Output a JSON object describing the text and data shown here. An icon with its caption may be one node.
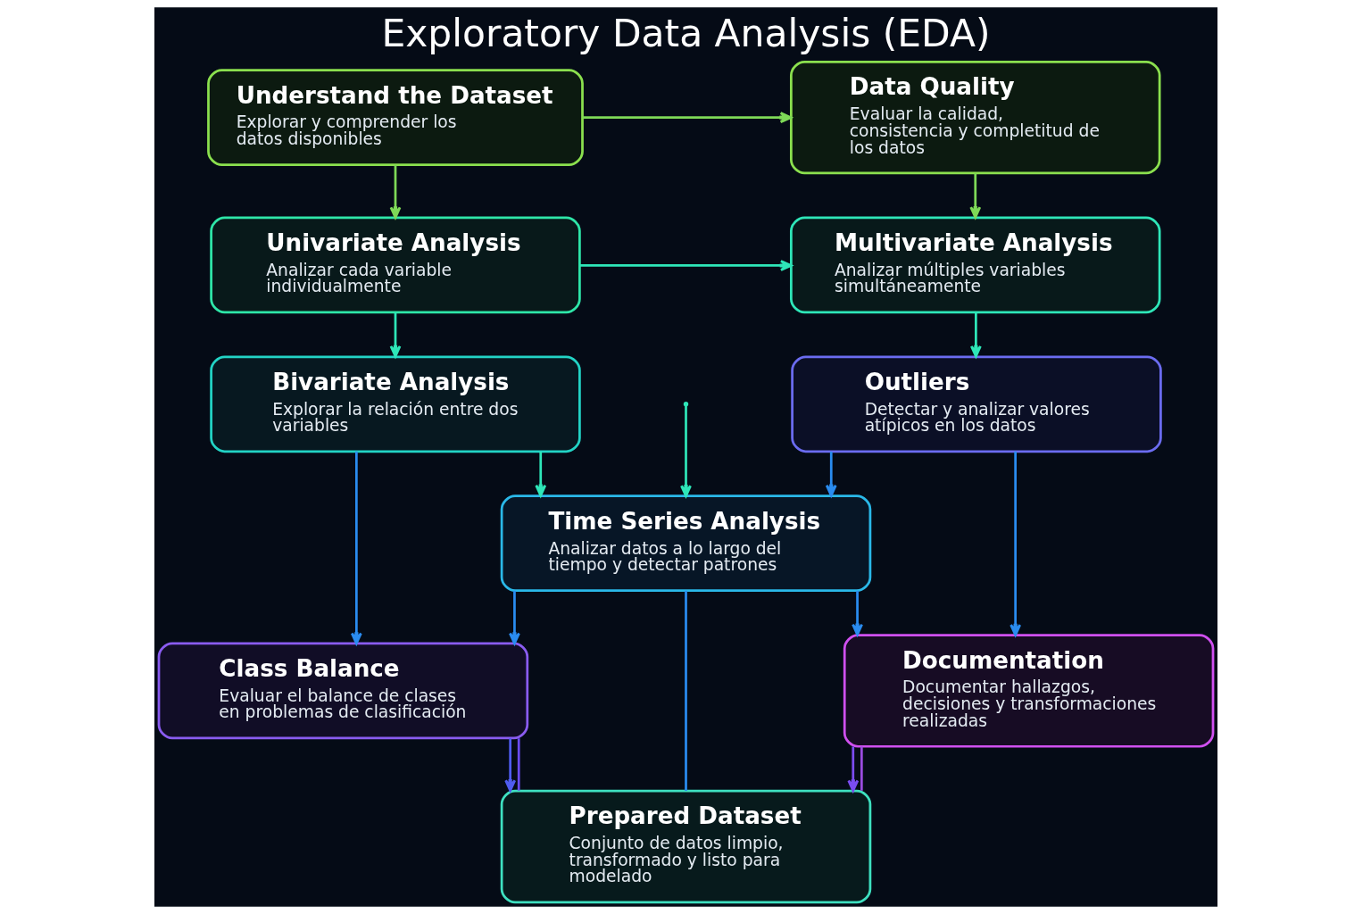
{
  "diagram": {
    "title": "Exploratory Data Analysis (EDA)",
    "nodes": [
      {
        "text": [
          "Understand the Dataset",
          "Explorar y comprender los datos disponibles"
        ]
      },
      {
        "text": [
          "Data Quality",
          "Evaluar la calidad, consistencia y completitud de los datos"
        ]
      },
      {
        "text": [
          "Univariate Analysis",
          "Analizar cada variable individualmente"
        ]
      },
      {
        "text": [
          "Multivariate Analysis",
          "Analizar múltiples variables simultáneamente"
        ]
      },
      {
        "text": [
          "Bivariate Analysis",
          "Explorar la relación entre dos variables"
        ]
      },
      {
        "text": [
          "Outliers",
          "Detectar y analizar valores atípicos en los datos"
        ]
      },
      {
        "text": [
          "Time Series Analysis",
          "Analizar datos a lo largo del tiempo y detectar patrones"
        ]
      },
      {
        "text": [
          "Class Balance",
          "Evaluar el balance de clases en problemas de clasificación"
        ]
      },
      {
        "text": [
          "Documentation",
          "Documentar hallazgos, decisiones y transformaciones realizadas"
        ]
      },
      {
        "text": [
          "Prepared Dataset",
          "Conjunto de datos limpio, transformado y listo para modelado"
        ]
      }
    ],
    "edges": [
      {
        "from": 0,
        "to": 1,
        "arrow": "to",
        "color": "#7ed957"
      },
      {
        "from": 0,
        "to": 2,
        "arrow": "to",
        "color": "#7ed957"
      },
      {
        "from": 1,
        "to": 3,
        "arrow": "to",
        "color": "#7ed957"
      },
      {
        "from": 2,
        "to": 3,
        "arrow": "to"
      },
      {
        "from": 2,
        "to": 4,
        "arrow": "to"
      },
      {
        "from": 3,
        "to": 5,
        "arrow": "to"
      },
      {
        "from": 4,
        "to": 6,
        "arrow": "to"
      },
      {
        "from": null,
        "to": 6,
        "arrow": "to"
      },
      {
        "from": 5,
        "to": 6,
        "arrow": "to",
        "color": "#2a8cf0"
      },
      {
        "from": 4,
        "to": 7,
        "arrow": "to",
        "color": "#2a8cf0"
      },
      {
        "from": 6,
        "to": 7,
        "arrow": "to",
        "color": "#2a8cf0"
      },
      {
        "from": 5,
        "to": 8,
        "arrow": "to",
        "color": "#2a8cf0"
      },
      {
        "from": 6,
        "to": 8,
        "arrow": "to",
        "color": "#2a8cf0"
      },
      {
        "from": 6,
        "to": 9,
        "arrow": "none",
        "color": "#2a8cf0"
      },
      {
        "from": 7,
        "to": 9,
        "arrow": "to",
        "color": "#4f5cf0"
      },
      {
        "from": 8,
        "to": 9,
        "arrow": "to",
        "color": "#7b4cf0"
      },
      {
        "from": 7,
        "to": 9,
        "arrow": "none",
        "color": "#6a4cf0"
      },
      {
        "from": 8,
        "to": 9,
        "arrow": "none",
        "color": "#9b4ce0"
      }
    ]
  }
}
